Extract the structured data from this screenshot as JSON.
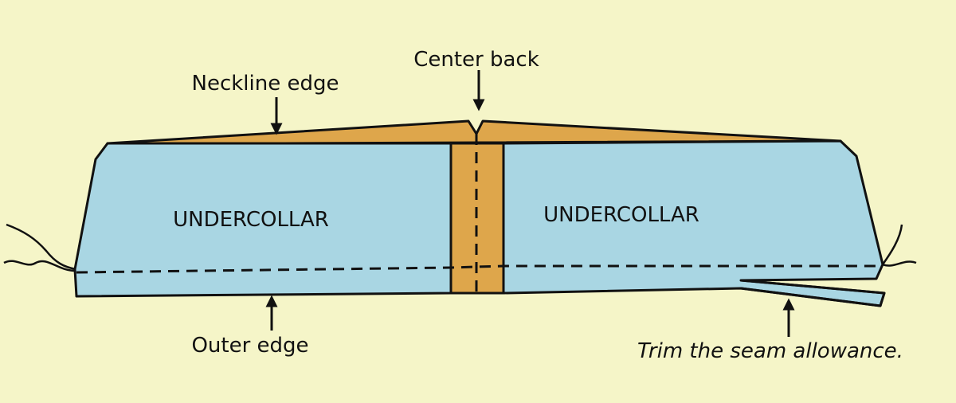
{
  "colors": {
    "background": "#f5f5c8",
    "undercollar_fill": "#a9d6e3",
    "collar_fill": "#dea64b",
    "stroke": "#111111"
  },
  "labels": {
    "center_back": "Center back",
    "neckline_edge": "Neckline edge",
    "undercollar_left": "UNDERCOLLAR",
    "undercollar_right": "UNDERCOLLAR",
    "outer_edge": "Outer edge",
    "trim_note": "Trim the seam allowance."
  }
}
